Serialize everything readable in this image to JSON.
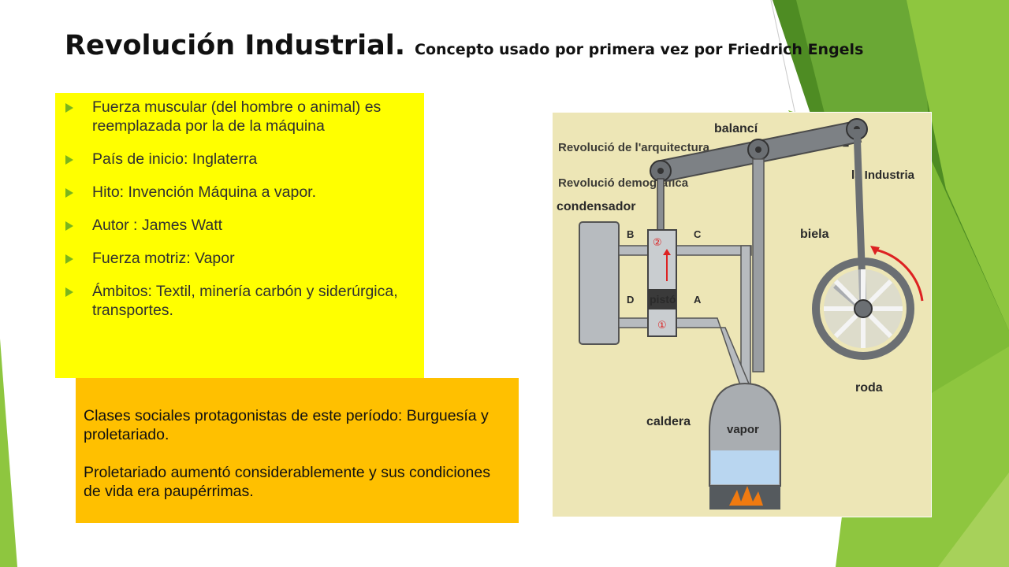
{
  "slide": {
    "title": "Revolución Industrial.",
    "subtitle": "Concepto usado por primera vez por Friedrich Engels"
  },
  "bullets": [
    "Fuerza muscular (del hombre o animal) es reemplazada por la de la máquina",
    "País de inicio: Inglaterra",
    "Hito: Invención Máquina a vapor.",
    "Autor : James Watt",
    "Fuerza motriz: Vapor",
    "Ámbitos: Textil, minería carbón y siderúrgica, transportes."
  ],
  "note": {
    "paragraph1": "Clases sociales protagonistas de este período: Burguesía y proletariado.",
    "paragraph2": "Proletariado aumentó considerablemente y sus condiciones de vida era paupérrimas."
  },
  "diagram": {
    "labels": {
      "balanci": "balancí",
      "condensador": "condensador",
      "biela": "biela",
      "pisto": "pistó",
      "roda": "roda",
      "caldera": "caldera",
      "vapor": "vapor",
      "b": "B",
      "c": "C",
      "d": "D",
      "a": "A",
      "n1": "①",
      "n2": "②"
    },
    "background_text": {
      "line1": "Revolució de l'arquitectura",
      "line2": "Revolució demogràfica",
      "line3": "Què ■",
      "line4": "la Industria"
    }
  },
  "colors": {
    "yellow_box": "#ffff00",
    "orange_box": "#ffc000",
    "bullet_arrow": "#7ab51d",
    "diagram_background": "#ede6b6"
  }
}
